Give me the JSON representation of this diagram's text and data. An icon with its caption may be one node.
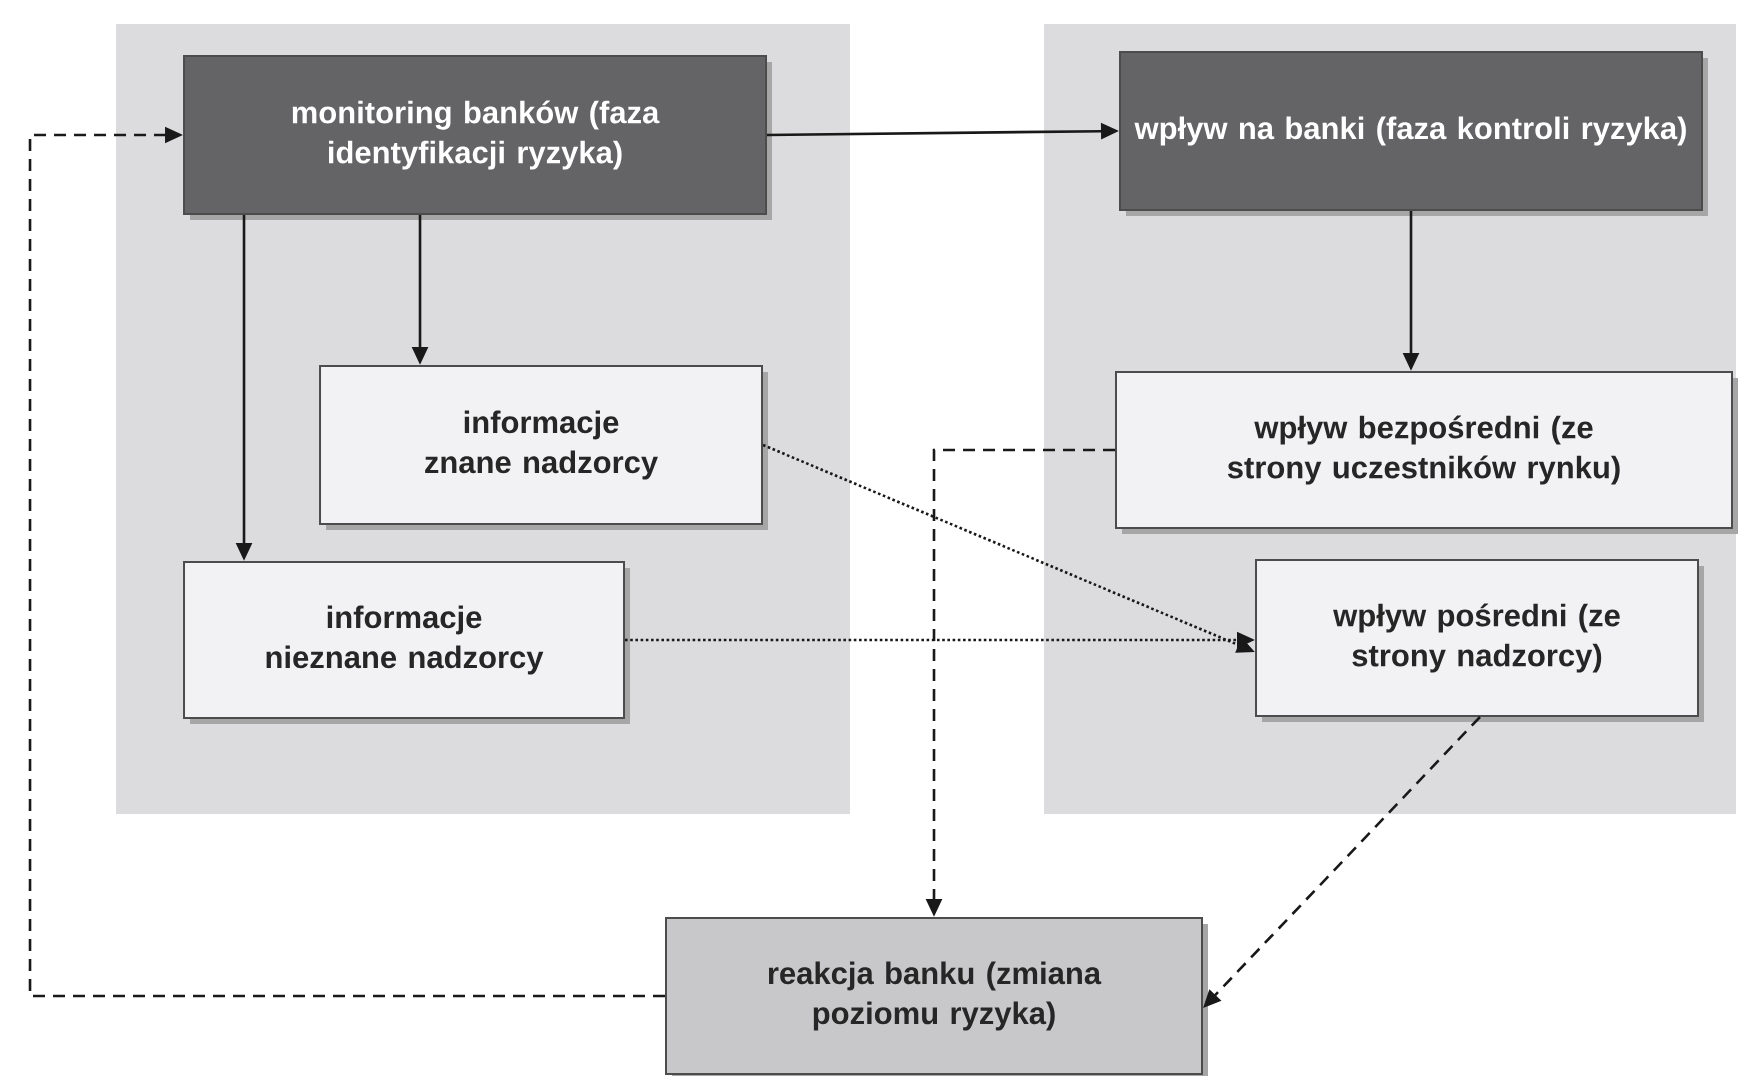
{
  "diagram": {
    "nodes": [
      {
        "text": [],
        "shape": "box"
      },
      {
        "text": [
          "monitoring banków (faza identyfikacji ryzyka)"
        ],
        "in": 0
      },
      {
        "text": [
          "informacje znane nadzorcy"
        ],
        "in": 0
      },
      {
        "text": [
          "informacje nieznane nadzorcy"
        ],
        "in": 0
      },
      {
        "text": [],
        "shape": "box"
      },
      {
        "text": [
          "wpływ na banki (faza kontroli ryzyka)"
        ],
        "in": 4
      },
      {
        "text": [
          "wpływ bezpośredni (ze strony uczestników rynku)"
        ],
        "in": 4
      },
      {
        "text": [
          "wpływ pośredni (ze strony nadzorcy)"
        ],
        "in": 4
      },
      {
        "text": [
          "reakcja banku (zmiana poziomu ryzyka)"
        ]
      }
    ],
    "edges": [
      {
        "from": 1,
        "to": 5,
        "arrow": "to"
      },
      {
        "from": 1,
        "to": 2,
        "arrow": "to"
      },
      {
        "from": 1,
        "to": 3,
        "arrow": "to"
      },
      {
        "from": 5,
        "to": 6,
        "arrow": "to"
      },
      {
        "from": 2,
        "to": 7,
        "arrow": "to",
        "style": "dashed"
      },
      {
        "from": 3,
        "to": 7,
        "arrow": "to",
        "style": "dashed"
      },
      {
        "from": 6,
        "to": 8,
        "arrow": "to",
        "style": "dashed"
      },
      {
        "from": 7,
        "to": 8,
        "arrow": "to",
        "style": "dashed"
      },
      {
        "from": 8,
        "to": 1,
        "arrow": "to",
        "style": "dashed"
      }
    ]
  }
}
